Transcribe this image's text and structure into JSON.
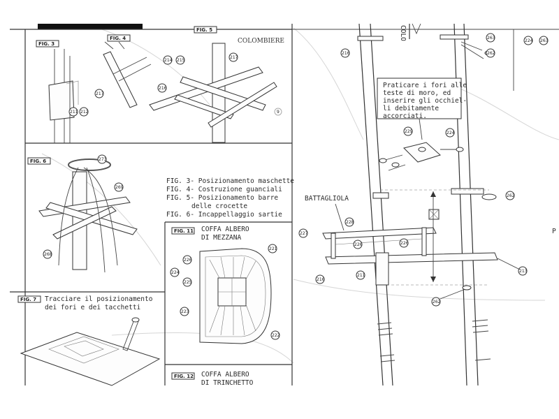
{
  "figures": {
    "fig3": "FIG. 3",
    "fig4": "FIG. 4",
    "fig5": "FIG. 5",
    "fig6": "FIG. 6",
    "fig7": "FIG. 7",
    "fig11": "FIG. 11",
    "fig12": "FIG. 12"
  },
  "labels": {
    "colombiere": "COLOMBIERE",
    "colo_vertical": "COLO",
    "battagliola": "BATTAGLIOLA",
    "coffa_mezzana_1": "COFFA ALBERO",
    "coffa_mezzana_2": "DI MEZZANA",
    "coffa_trinchetto_1": "COFFA ALBERO",
    "coffa_trinchetto_2": "DI TRINCHETTO",
    "fig7_text_1": "Tracciare il posizionamento",
    "fig7_text_2": "dei fori e dei tacchetti",
    "edge_letter": "P"
  },
  "legend": [
    "FIG. 3- Posizionamento maschette",
    "FIG. 4- Costruzione guanciali",
    "FIG. 5- Posizionamento barre",
    "delle crocette",
    "FIG. 6- Incappellaggio sartie"
  ],
  "note": [
    "Praticare i fori alle",
    "teste di moro, ed",
    "inserire gli occhiel-",
    "li debitamente",
    "accorciati."
  ],
  "parts": {
    "p211": "211",
    "p212": "212",
    "p213": "213",
    "p214": "214",
    "p215": "215",
    "p216": "216",
    "p217": "217",
    "p221": "221",
    "p222": "222",
    "p223": "223",
    "p224": "224",
    "p225": "225",
    "p226": "226",
    "p227": "227",
    "p228": "228",
    "p229": "229",
    "p262": "262",
    "p263": "263",
    "p268": "268",
    "p269": "269",
    "p273": "273",
    "p9": "9"
  }
}
